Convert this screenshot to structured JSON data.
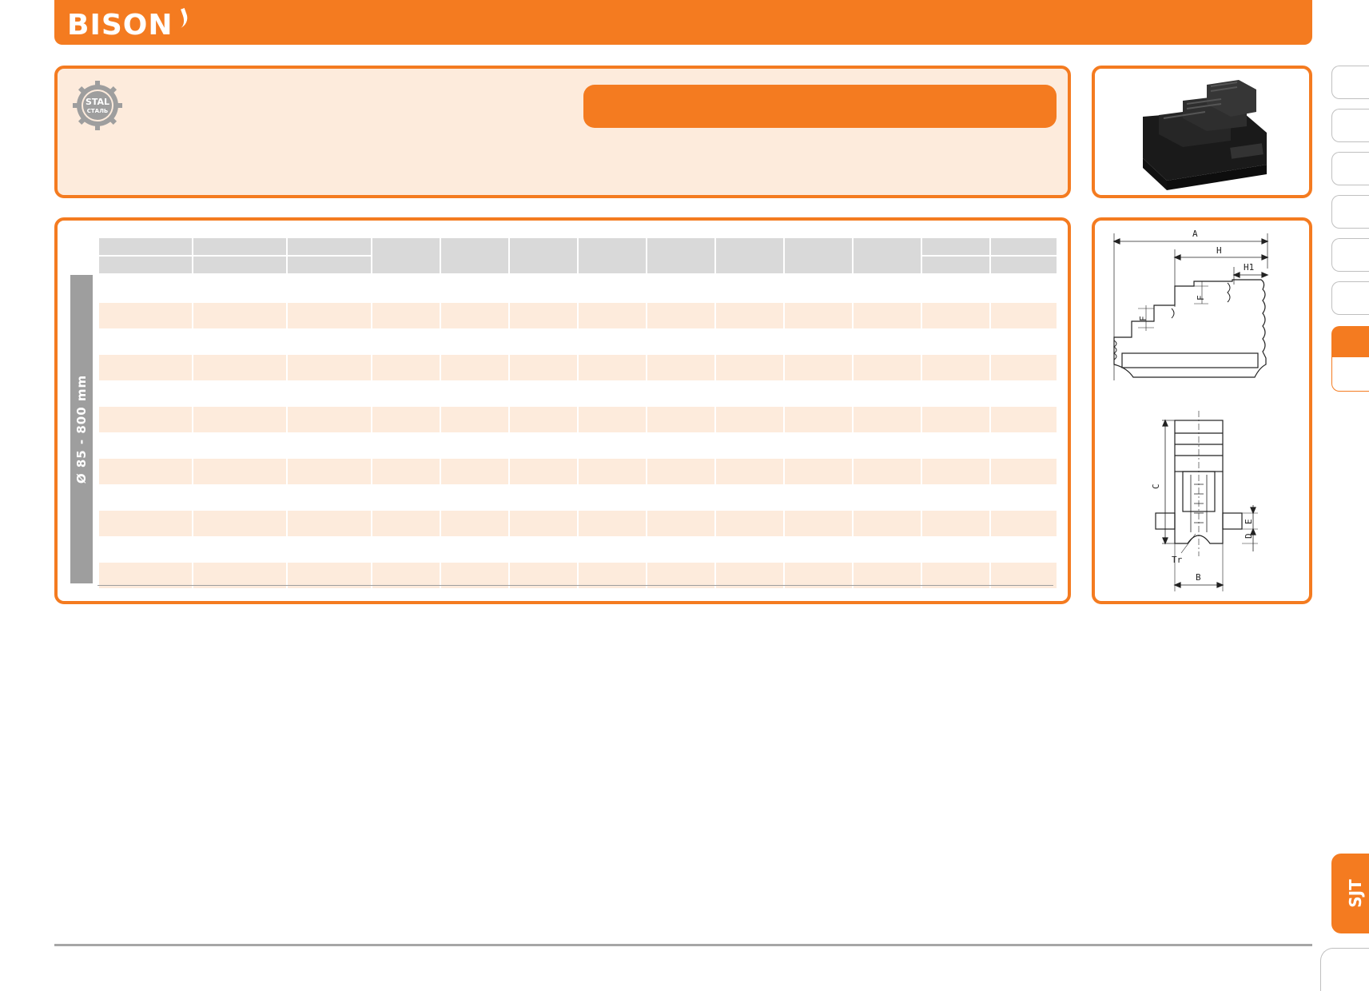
{
  "brand": {
    "name": "BISON",
    "accent": "#f47b20",
    "gray": "#9e9e9e",
    "row_alt": "#fdebdc"
  },
  "badge": {
    "line1": "STAL",
    "line2": "СТАЛЬ",
    "icon": "gear-icon"
  },
  "table": {
    "side_label": "Ø 85 - 800 mm",
    "column_count": 13,
    "row_count": 12
  },
  "drawing": {
    "labels": {
      "A": "A",
      "H": "H",
      "H1": "H1",
      "F": "F",
      "C": "C",
      "E": "E",
      "D": "D",
      "Tr": "Tr",
      "B": "B"
    }
  },
  "side_tabs": {
    "count": 7,
    "active_index": 6
  },
  "bottom_tab": {
    "label": "SJT"
  }
}
